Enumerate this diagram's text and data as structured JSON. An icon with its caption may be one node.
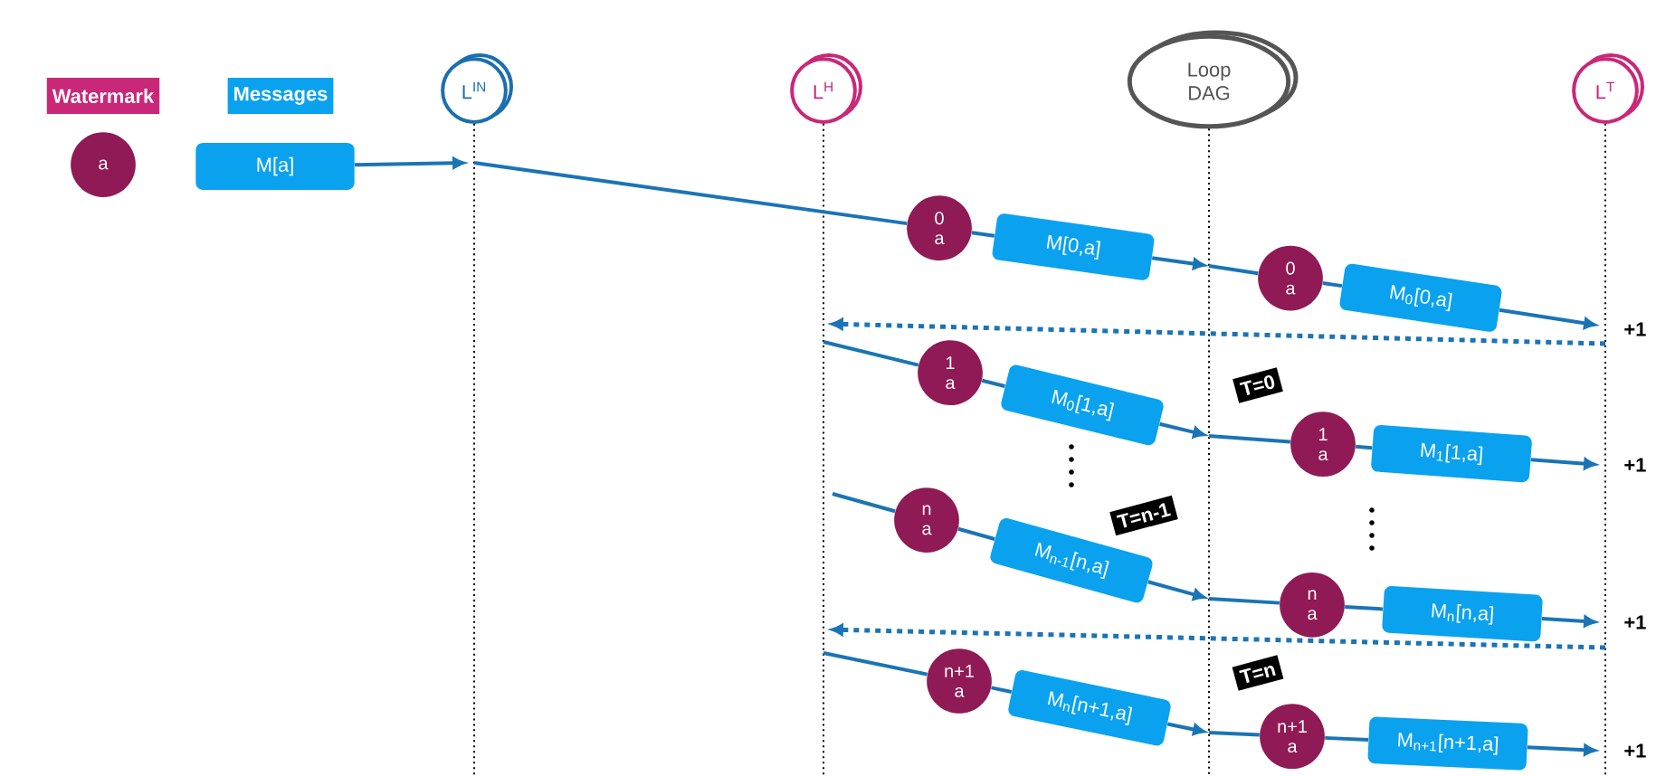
{
  "diagram": {
    "nodes": [
      {
        "text": [
          "Watermark"
        ]
      },
      {
        "text": [
          "Messages"
        ]
      },
      {
        "text": [
          "a"
        ]
      },
      {
        "text": [
          "M[a]"
        ]
      },
      {
        "text": [
          "L$^{IN}$"
        ]
      },
      {
        "text": [
          "L$^{H}$"
        ]
      },
      {
        "text": [
          "Loop DAG"
        ]
      },
      {
        "text": [
          "L$^{T}$"
        ]
      },
      {
        "text": [
          "0",
          "a"
        ]
      },
      {
        "text": [
          "M[0,a]"
        ]
      },
      {
        "text": [
          "0",
          "a"
        ]
      },
      {
        "text": [
          "M$_{0}$[0,a]"
        ]
      },
      {
        "text": [
          "1",
          "a"
        ]
      },
      {
        "text": [
          "M$_{0}$[1,a]"
        ]
      },
      {
        "text": [
          "T=0"
        ]
      },
      {
        "text": [
          "1",
          "a"
        ]
      },
      {
        "text": [
          "M$_{1}$[1,a]"
        ]
      },
      {
        "text": [
          "n",
          "a"
        ]
      },
      {
        "text": [
          "M$_{n-1}$[n,a]"
        ]
      },
      {
        "text": [
          "T=n-1"
        ]
      },
      {
        "text": [
          "n",
          "a"
        ]
      },
      {
        "text": [
          "M$_{n}$[n,a]"
        ]
      },
      {
        "text": [
          "n+1",
          "a"
        ]
      },
      {
        "text": [
          "M$_{n}$[n+1,a]"
        ]
      },
      {
        "text": [
          "T=n"
        ]
      },
      {
        "text": [
          "n+1",
          "a"
        ]
      },
      {
        "text": [
          "M$_{n+1}$[n+1,a]"
        ]
      }
    ],
    "edges": [
      {
        "from": 3,
        "to": null,
        "arrow": "to"
      },
      {
        "from": null,
        "to": 8,
        "arrow": "none"
      },
      {
        "from": 8,
        "to": 9,
        "arrow": "none"
      },
      {
        "from": 9,
        "to": null,
        "arrow": "to"
      },
      {
        "from": null,
        "to": 10,
        "arrow": "none"
      },
      {
        "from": 10,
        "to": 11,
        "arrow": "none"
      },
      {
        "from": 11,
        "to": null,
        "arrow": "to"
      },
      {
        "from": null,
        "to": 12,
        "arrow": "none"
      },
      {
        "from": 12,
        "to": 13,
        "arrow": "none"
      },
      {
        "from": 13,
        "to": null,
        "arrow": "to"
      },
      {
        "from": null,
        "to": 15,
        "arrow": "none"
      },
      {
        "from": 15,
        "to": 16,
        "arrow": "none"
      },
      {
        "from": 16,
        "to": null,
        "arrow": "to"
      },
      {
        "from": null,
        "to": 17,
        "arrow": "none"
      },
      {
        "from": 17,
        "to": 18,
        "arrow": "none"
      },
      {
        "from": 18,
        "to": null,
        "arrow": "to"
      },
      {
        "from": null,
        "to": 20,
        "arrow": "none"
      },
      {
        "from": 20,
        "to": 21,
        "arrow": "none"
      },
      {
        "from": 21,
        "to": null,
        "arrow": "to"
      },
      {
        "from": null,
        "to": 22,
        "arrow": "none"
      },
      {
        "from": 22,
        "to": 23,
        "arrow": "none"
      },
      {
        "from": 23,
        "to": null,
        "arrow": "to"
      },
      {
        "from": null,
        "to": 25,
        "arrow": "none"
      },
      {
        "from": 25,
        "to": 26,
        "arrow": "none"
      },
      {
        "from": 26,
        "to": null,
        "arrow": "to"
      }
    ],
    "labels": [
      "+1",
      "+1",
      "+1",
      "+1"
    ]
  }
}
